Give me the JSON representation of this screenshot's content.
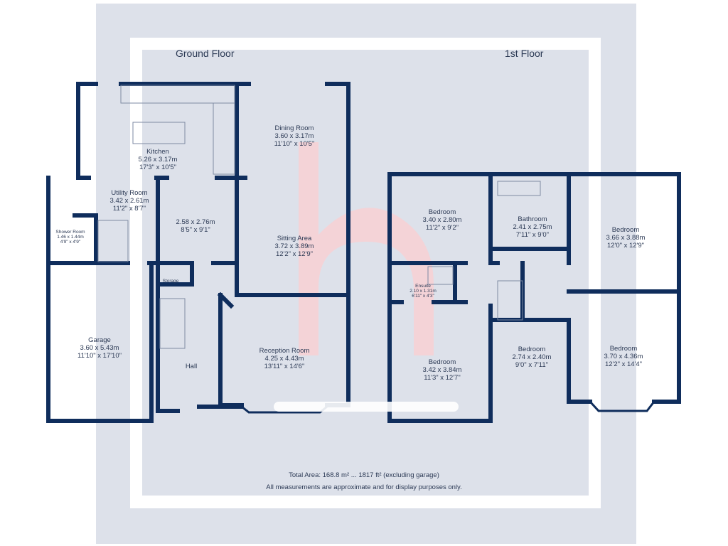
{
  "titles": {
    "ground": "Ground Floor",
    "first": "1st Floor"
  },
  "rooms": [
    {
      "name": "Kitchen",
      "metric": "5.26 x 3.17m",
      "imperial": "17'3\" x 10'5\""
    },
    {
      "name": "Dining Room",
      "metric": "3.60 x 3.17m",
      "imperial": "11'10\" x 10'5\""
    },
    {
      "name": "Utility Room",
      "metric": "3.42 x 2.61m",
      "imperial": "11'2\" x 8'7\""
    },
    {
      "name": "",
      "metric": "2.58 x 2.76m",
      "imperial": "8'5\" x 9'1\""
    },
    {
      "name": "Sitting Area",
      "metric": "3.72 x 3.89m",
      "imperial": "12'2\" x 12'9\""
    },
    {
      "name": "Shower Room",
      "metric": "1.46 x 1.44m",
      "imperial": "4'9\" x 4'9\""
    },
    {
      "name": "Storage",
      "metric": "",
      "imperial": ""
    },
    {
      "name": "Garage",
      "metric": "3.60 x 5.43m",
      "imperial": "11'10\" x 17'10\""
    },
    {
      "name": "Hall",
      "metric": "",
      "imperial": ""
    },
    {
      "name": "Reception Room",
      "metric": "4.25 x 4.43m",
      "imperial": "13'11\" x 14'6\""
    },
    {
      "name": "Bedroom",
      "metric": "3.40 x 2.80m",
      "imperial": "11'2\" x 9'2\""
    },
    {
      "name": "Bathroom",
      "metric": "2.41 x 2.75m",
      "imperial": "7'11\" x 9'0\""
    },
    {
      "name": "Bedroom",
      "metric": "3.66 x 3.88m",
      "imperial": "12'0\" x 12'9\""
    },
    {
      "name": "Ensuite",
      "metric": "2.10 x 1.31m",
      "imperial": "6'11\" x 4'3\""
    },
    {
      "name": "Bedroom",
      "metric": "3.42 x 3.84m",
      "imperial": "11'3\" x 12'7\""
    },
    {
      "name": "Bedroom",
      "metric": "2.74 x 2.40m",
      "imperial": "9'0\" x 7'11\""
    },
    {
      "name": "Bedroom",
      "metric": "3.70 x 4.36m",
      "imperial": "12'2\" x 14'4\""
    }
  ],
  "footer": {
    "area": "Total Area: 168.8 m² ... 1817 ft² (excluding garage)",
    "disclaimer": "All measurements are approximate and for display purposes only."
  },
  "colors": {
    "wall": "#0f2d5c",
    "background": "#dde1ea",
    "watermark": "#f8d0d4"
  }
}
